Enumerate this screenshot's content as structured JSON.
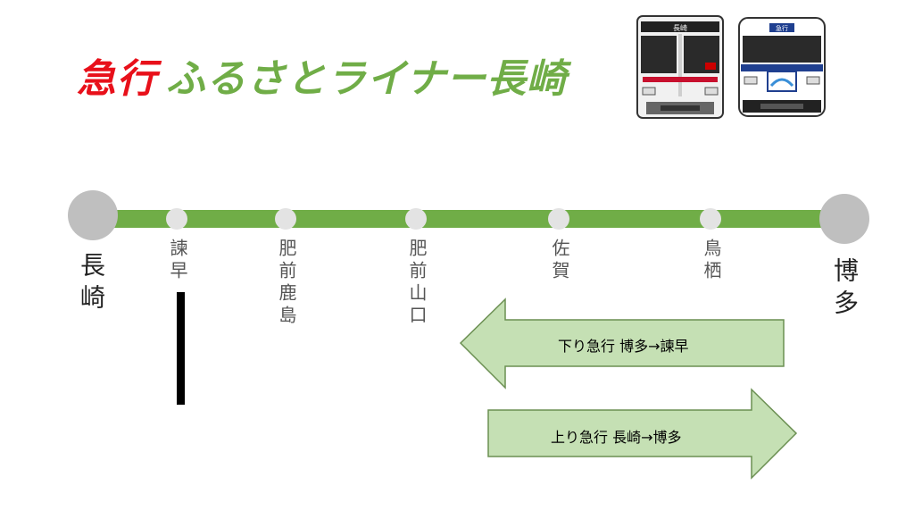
{
  "title": {
    "express": "急行",
    "name": "ふるさとライナー長崎"
  },
  "stations": {
    "nagasaki": "長崎",
    "isahaya": "諫早",
    "hizen_kashima": "肥前鹿島",
    "hizen_yamaguchi": "肥前山口",
    "saga": "佐賀",
    "tosu": "鳥栖",
    "hakata": "博多"
  },
  "services": {
    "down": "下り急行 博多→諫早",
    "up": "上り急行 長崎→博多"
  },
  "trains": {
    "left_headsign": "長崎",
    "right_headsign": "急行"
  },
  "colors": {
    "line": "#70ad47",
    "title_express": "#e8101a",
    "arrow_fill": "#c5e0b4"
  }
}
